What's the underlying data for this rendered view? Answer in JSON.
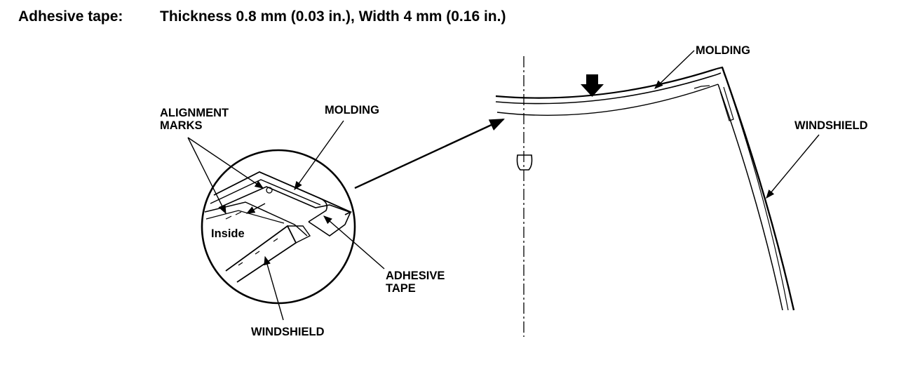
{
  "header": {
    "label": "Adhesive tape:",
    "spec": "Thickness 0.8 mm (0.03 in.), Width 4 mm (0.16 in.)"
  },
  "labels": {
    "alignment_marks_1": "ALIGNMENT",
    "alignment_marks_2": "MARKS",
    "molding_detail": "MOLDING",
    "inside": "Inside",
    "adhesive_tape_1": "ADHESIVE",
    "adhesive_tape_2": "TAPE",
    "windshield_detail": "WINDSHIELD",
    "molding_main": "MOLDING",
    "windshield_main": "WINDSHIELD"
  }
}
